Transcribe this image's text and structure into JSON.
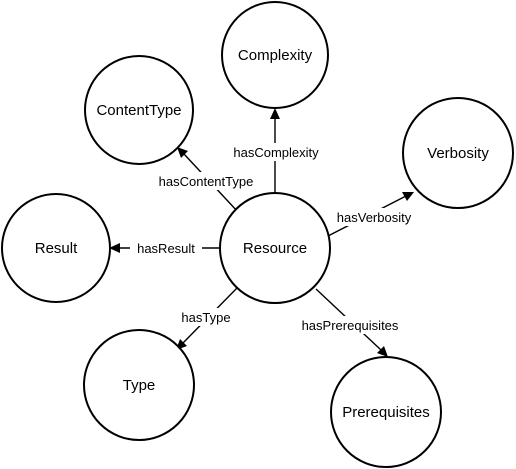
{
  "diagram": {
    "nodes": {
      "resource": "Resource",
      "complexity": "Complexity",
      "content_type": "ContentType",
      "verbosity": "Verbosity",
      "result": "Result",
      "type": "Type",
      "prerequisites": "Prerequisites"
    },
    "edges": {
      "has_complexity": "hasComplexity",
      "has_content_type": "hasContentType",
      "has_verbosity": "hasVerbosity",
      "has_result": "hasResult",
      "has_type": "hasType",
      "has_prerequisites": "hasPrerequisites"
    },
    "colors": {
      "stroke": "#000000",
      "fill": "#ffffff",
      "text": "#000000"
    }
  }
}
